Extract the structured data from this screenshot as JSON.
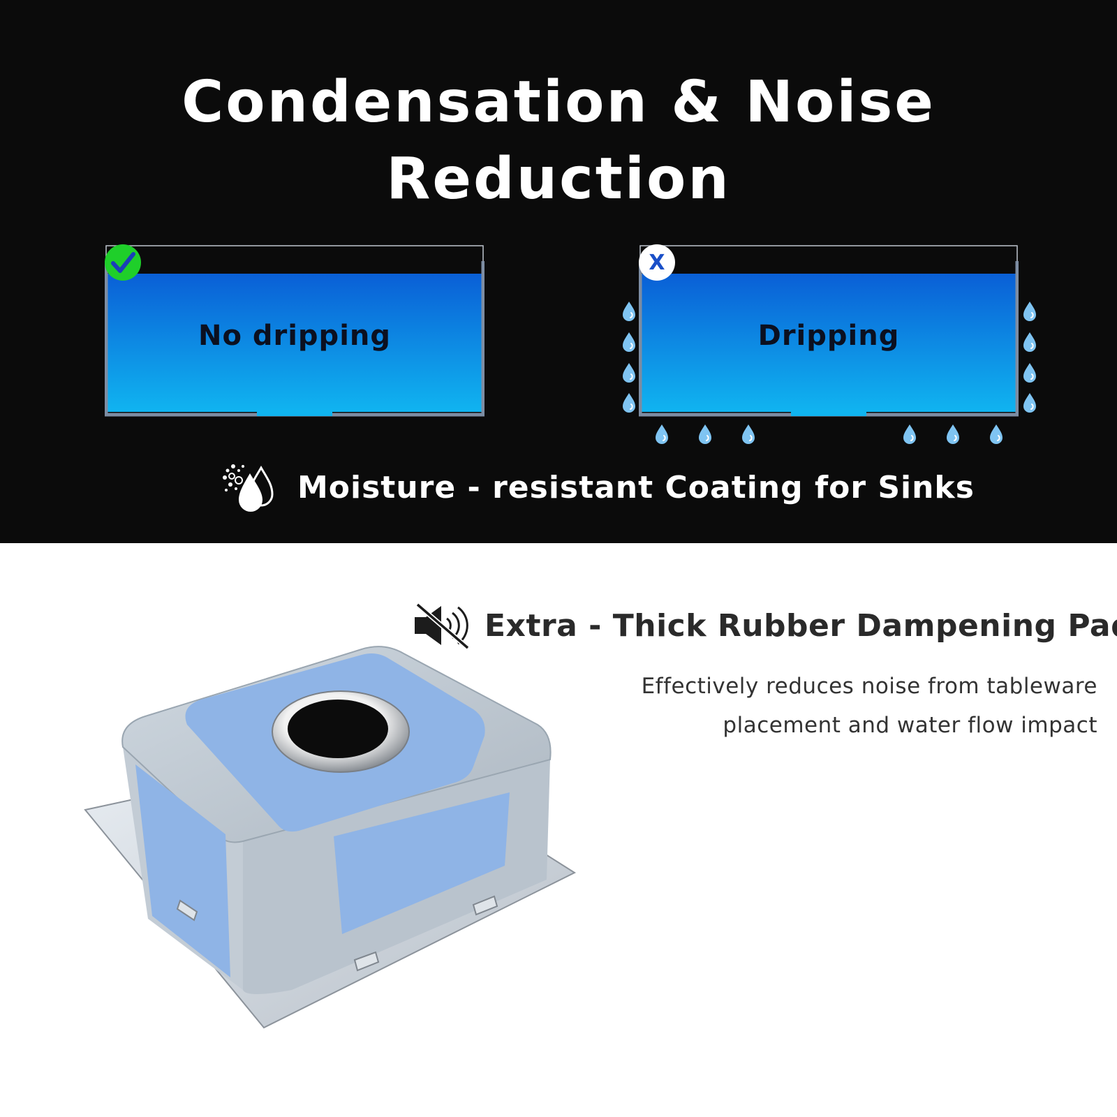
{
  "header": {
    "title": "Condensation & Noise Reduction"
  },
  "comparison": {
    "left": {
      "label": "No dripping",
      "status_icon": "check-icon"
    },
    "right": {
      "label": "Dripping",
      "status_icon": "x-icon",
      "status_mark": "X"
    }
  },
  "moisture": {
    "icon": "water-drops-icon",
    "text": "Moisture - resistant Coating for Sinks"
  },
  "dampening": {
    "icon": "mute-speaker-icon",
    "title": "Extra - Thick Rubber Dampening Pads",
    "description_lines": [
      "Effectively reduces noise from tableware",
      "placement and water flow impact"
    ]
  },
  "colors": {
    "background_top": "#0b0b0b",
    "background_bottom": "#ffffff",
    "water_top": "#0a5fd6",
    "water_bottom": "#10b4f0",
    "check_green": "#1fcf2a",
    "pad_blue": "#8fb4e6",
    "drop_blue": "#7fc4f2"
  }
}
